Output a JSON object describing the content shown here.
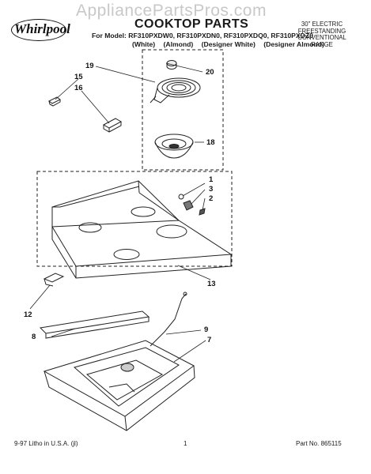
{
  "watermark": "AppliancePartsPros.com",
  "brand": "Whirlpool",
  "title": "COOKTOP PARTS",
  "models_line": "For Model: RF310PXDW0, RF310PXDN0, RF310PXDQ0, RF310PXDZ0",
  "variants": [
    "(White)",
    "(Almond)",
    "(Designer White)",
    "(Designer Almond)"
  ],
  "range_type": [
    "30\" ELECTRIC",
    "FREESTANDING",
    "CONVENTIONAL",
    "RANGE"
  ],
  "callouts": {
    "c1": "1",
    "c2": "2",
    "c3": "3",
    "c7": "7",
    "c8": "8",
    "c9": "9",
    "c12": "12",
    "c13": "13",
    "c15": "15",
    "c16": "16",
    "c18": "18",
    "c19": "19",
    "c20": "20"
  },
  "footer": {
    "left": "9-97 Litho in U.S.A. (jl)",
    "center": "1",
    "right": "Part No. 865115"
  }
}
